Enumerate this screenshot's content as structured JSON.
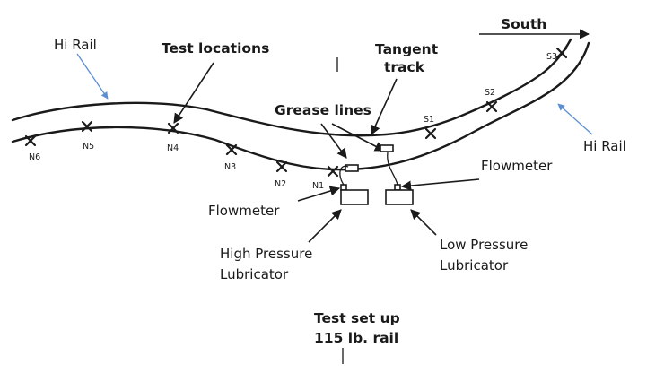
{
  "labels": {
    "hi_rail_left": "Hi Rail",
    "hi_rail_right": "Hi Rail",
    "test_locations": "Test locations",
    "tangent_track_line1": "Tangent",
    "tangent_track_line2": "track",
    "south": "South",
    "grease_lines": "Grease lines",
    "flowmeter_left": "Flowmeter",
    "flowmeter_right": "Flowmeter",
    "high_pressure_line1": "High Pressure",
    "high_pressure_line2": "Lubricator",
    "low_pressure_line1": "Low Pressure",
    "low_pressure_line2": "Lubricator",
    "caption_line1": "Test set up",
    "caption_line2": "115 lb. rail"
  },
  "test_points": [
    "N6",
    "N5",
    "N4",
    "N3",
    "N2",
    "N1",
    "S1",
    "S2",
    "S3"
  ],
  "colors": {
    "ink": "#1a1a1a",
    "pointer_blue": "#5b8fd0"
  }
}
